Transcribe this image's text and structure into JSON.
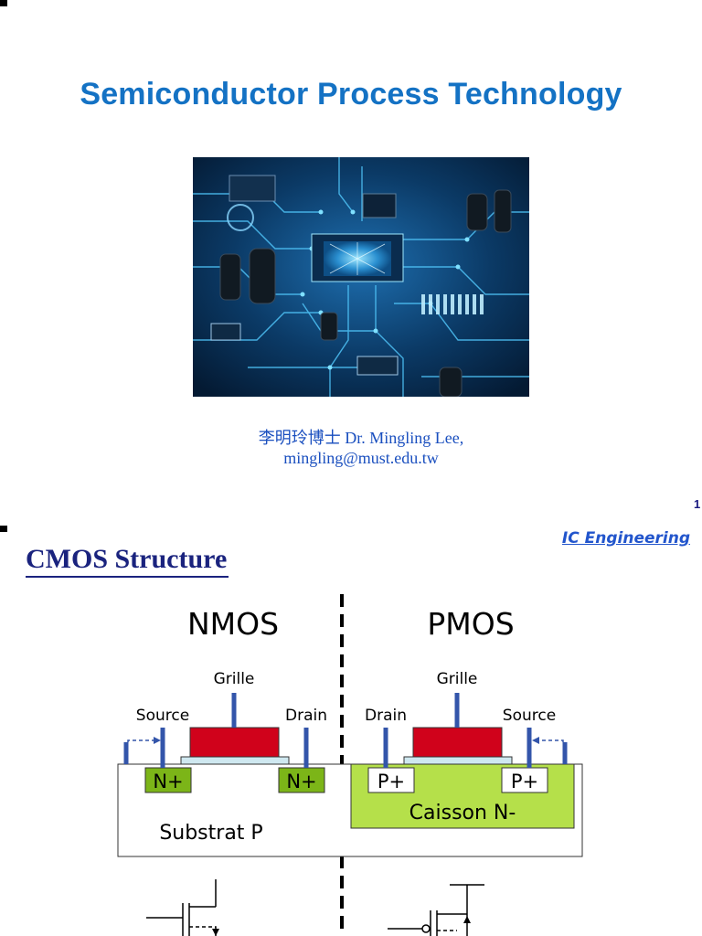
{
  "slide1": {
    "title": "Semiconductor Process Technology",
    "image": "circuit-board-photo",
    "author_line": "李明玲博士  Dr. Mingling Lee,",
    "email": "mingling@must.edu.tw",
    "page_number": "1"
  },
  "slide2": {
    "header_link": "IC Engineering",
    "title": "CMOS Structure",
    "nmos_label": "NMOS",
    "pmos_label": "PMOS",
    "nmos": {
      "grille": "Grille",
      "source": "Source",
      "drain": "Drain",
      "left_region": "N+",
      "right_region": "N+",
      "substrate": "Substrat P"
    },
    "pmos": {
      "grille": "Grille",
      "drain": "Drain",
      "source": "Source",
      "left_region": "P+",
      "right_region": "P+",
      "well": "Caisson N-"
    },
    "colors": {
      "gate": "#d0021b",
      "oxide": "#cfe8f0",
      "n_plus": "#7cb518",
      "well": "#b5e04a",
      "contact": "#3355aa"
    }
  }
}
